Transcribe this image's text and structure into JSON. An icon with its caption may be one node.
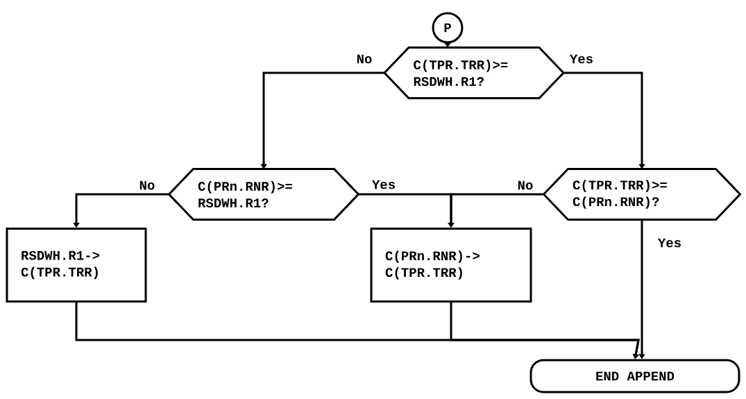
{
  "diagram": {
    "nodes": [
      {
        "text": [
          "P"
        ]
      },
      {
        "text": [
          "C(TPR.TRR)>= RSDWH.R1?"
        ]
      },
      {
        "text": [
          "C(PRn.RNR)>= RSDWH.R1?"
        ]
      },
      {
        "text": [
          "C(TPR.TRR)>= C(PRn.RNR)?"
        ]
      },
      {
        "text": [
          "RSDWH.R1-> C(TPR.TRR)"
        ]
      },
      {
        "text": [
          "C(PRn.RNR)-> C(TPR.TRR)"
        ]
      },
      {
        "text": [
          "END APPEND"
        ]
      }
    ],
    "edges": [
      {
        "from": 0,
        "to": 1,
        "arrow": "to"
      },
      {
        "from": 1,
        "to": 2,
        "arrow": "to",
        "label": "No"
      },
      {
        "from": 1,
        "to": 3,
        "arrow": "to",
        "label": "Yes"
      },
      {
        "from": 2,
        "to": 4,
        "arrow": "to",
        "label": "No"
      },
      {
        "from": 2,
        "to": 5,
        "arrow": "to",
        "label": "Yes"
      },
      {
        "from": 3,
        "to": 5,
        "arrow": "to",
        "label": "No"
      },
      {
        "from": 4,
        "to": 6,
        "arrow": "to"
      },
      {
        "from": 5,
        "to": 6,
        "arrow": "to"
      },
      {
        "from": 3,
        "to": 6,
        "arrow": "to",
        "label": "Yes"
      }
    ]
  }
}
